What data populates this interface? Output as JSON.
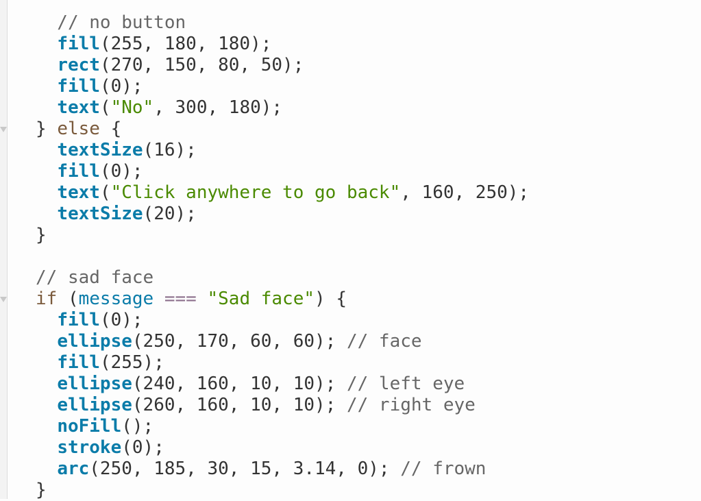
{
  "editor": {
    "fold_lines": [
      6,
      14
    ],
    "lines": [
      [
        [
          "c",
          "  // no button"
        ]
      ],
      [
        [
          "p",
          "  "
        ],
        [
          "f",
          "fill"
        ],
        [
          "p",
          "(255, 180, 180);"
        ]
      ],
      [
        [
          "p",
          "  "
        ],
        [
          "f",
          "rect"
        ],
        [
          "p",
          "(270, 150, 80, 50);"
        ]
      ],
      [
        [
          "p",
          "  "
        ],
        [
          "f",
          "fill"
        ],
        [
          "p",
          "(0);"
        ]
      ],
      [
        [
          "p",
          "  "
        ],
        [
          "f",
          "text"
        ],
        [
          "p",
          "("
        ],
        [
          "s",
          "\"No\""
        ],
        [
          "p",
          ", 300, 180);"
        ]
      ],
      [
        [
          "p",
          "} "
        ],
        [
          "k",
          "else"
        ],
        [
          "p",
          " {"
        ]
      ],
      [
        [
          "p",
          "  "
        ],
        [
          "f",
          "textSize"
        ],
        [
          "p",
          "(16);"
        ]
      ],
      [
        [
          "p",
          "  "
        ],
        [
          "f",
          "fill"
        ],
        [
          "p",
          "(0);"
        ]
      ],
      [
        [
          "p",
          "  "
        ],
        [
          "f",
          "text"
        ],
        [
          "p",
          "("
        ],
        [
          "s",
          "\"Click anywhere to go back\""
        ],
        [
          "p",
          ", 160, 250);"
        ]
      ],
      [
        [
          "p",
          "  "
        ],
        [
          "f",
          "textSize"
        ],
        [
          "p",
          "(20);"
        ]
      ],
      [
        [
          "p",
          "}"
        ]
      ],
      [
        [
          "p",
          ""
        ]
      ],
      [
        [
          "c",
          "// sad face"
        ]
      ],
      [
        [
          "k",
          "if"
        ],
        [
          "p",
          " ("
        ],
        [
          "v",
          "message"
        ],
        [
          "p",
          " "
        ],
        [
          "o",
          "==="
        ],
        [
          "p",
          " "
        ],
        [
          "s",
          "\"Sad face\""
        ],
        [
          "p",
          ") {"
        ]
      ],
      [
        [
          "p",
          "  "
        ],
        [
          "f",
          "fill"
        ],
        [
          "p",
          "(0);"
        ]
      ],
      [
        [
          "p",
          "  "
        ],
        [
          "f",
          "ellipse"
        ],
        [
          "p",
          "(250, 170, 60, 60); "
        ],
        [
          "c",
          "// face"
        ]
      ],
      [
        [
          "p",
          "  "
        ],
        [
          "f",
          "fill"
        ],
        [
          "p",
          "(255);"
        ]
      ],
      [
        [
          "p",
          "  "
        ],
        [
          "f",
          "ellipse"
        ],
        [
          "p",
          "(240, 160, 10, 10); "
        ],
        [
          "c",
          "// left eye"
        ]
      ],
      [
        [
          "p",
          "  "
        ],
        [
          "f",
          "ellipse"
        ],
        [
          "p",
          "(260, 160, 10, 10); "
        ],
        [
          "c",
          "// right eye"
        ]
      ],
      [
        [
          "p",
          "  "
        ],
        [
          "f",
          "noFill"
        ],
        [
          "p",
          "();"
        ]
      ],
      [
        [
          "p",
          "  "
        ],
        [
          "f",
          "stroke"
        ],
        [
          "p",
          "(0);"
        ]
      ],
      [
        [
          "p",
          "  "
        ],
        [
          "f",
          "arc"
        ],
        [
          "p",
          "(250, 185, 30, 15, 3.14, 0); "
        ],
        [
          "c",
          "// frown"
        ]
      ],
      [
        [
          "p",
          "}"
        ]
      ]
    ]
  }
}
